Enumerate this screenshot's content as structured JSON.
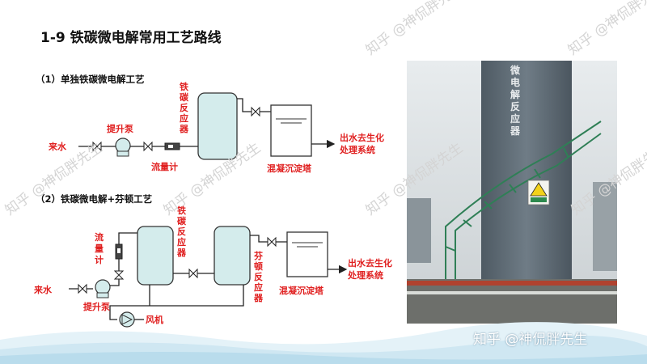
{
  "slide": {
    "title": "1-9  铁碳微电解常用工艺路线",
    "section1": "（1）单独铁碳微电解工艺",
    "section2": "（2）铁碳微电解+芬顿工艺",
    "watermark": "知乎 @神侃胖先生",
    "credit": "知乎 @神侃胖先生"
  },
  "diagram1": {
    "inlet": "来水",
    "pump": "提升泵",
    "flowmeter": "流量计",
    "reactor_v": [
      "铁",
      "碳",
      "反",
      "应",
      "器"
    ],
    "sedimentation": "混凝沉淀塔",
    "outlet_line1": "出水去生化",
    "outlet_line2": "处理系统"
  },
  "diagram2": {
    "inlet": "来水",
    "pump": "提升泵",
    "flowmeter_v": [
      "流",
      "量",
      "计"
    ],
    "reactor1_v": [
      "铁",
      "碳",
      "反",
      "应",
      "器"
    ],
    "reactor2_v": [
      "芬",
      "顿",
      "反",
      "应",
      "器"
    ],
    "blower": "风机",
    "sedimentation": "混凝沉淀塔",
    "outlet_line1": "出水去生化",
    "outlet_line2": "处理系统"
  },
  "photo": {
    "tower_label_v": [
      "微",
      "电",
      "解",
      "反",
      "应",
      "器"
    ]
  },
  "colors": {
    "label_red": "#e02020",
    "tank_fill": "#d4ecec",
    "tank_stroke": "#333333",
    "tower": "#5d6a74"
  }
}
